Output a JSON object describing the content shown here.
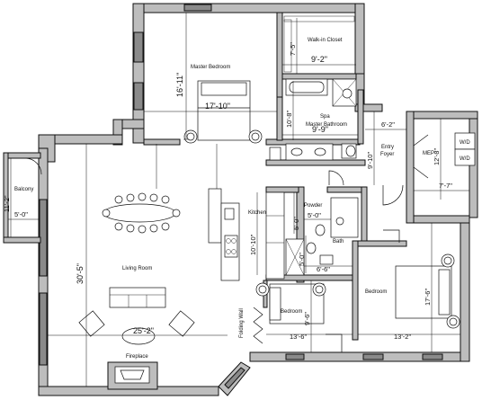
{
  "rooms": {
    "master_bedroom": "Master Bedroom",
    "walk_in_closet": "Walk-in Closet",
    "spa_master_bathroom": "Spa\nMaster Bathroom",
    "entry_foyer": "Entry\nFoyer",
    "mep": "MEP",
    "wd_top": "W/D",
    "wd_bottom": "W/D",
    "balcony": "Balcony",
    "kitchen": "Kitchen",
    "powder": "Powder",
    "bath": "Bath",
    "living_room": "Living Room",
    "bedroom_small": "Bedroom",
    "bedroom_right": "Bedroom",
    "folding_wall": "Folding Wall",
    "fireplace": "Fireplace"
  },
  "dimensions": {
    "master_height": "16'-11\"",
    "master_width": "17'-10\"",
    "closet_height": "7'-5\"",
    "closet_width": "9'-2\"",
    "bath_height": "10'-8\"",
    "bath_width": "9'-9\"",
    "foyer_width": "6'-2\"",
    "foyer_height": "9'-10\"",
    "mep_height": "12'-8\"",
    "mep_width": "7'-7\"",
    "balcony_height": "11'-2\"",
    "balcony_width": "5'-0\"",
    "living_height": "30'-5\"",
    "living_width": "25'-2\"",
    "kitchen_height": "10'-10\"",
    "powder_height": "5'-0\"",
    "powder_width": "5'-0\"",
    "bath_small_height": "5'-0\"",
    "bath_small_width": "6'-6\"",
    "bedroom_small_height": "9'-6\"",
    "bedroom_small_width": "13'-6\"",
    "bedroom_right_height": "17'-6\"",
    "bedroom_right_width": "13'-2\""
  }
}
